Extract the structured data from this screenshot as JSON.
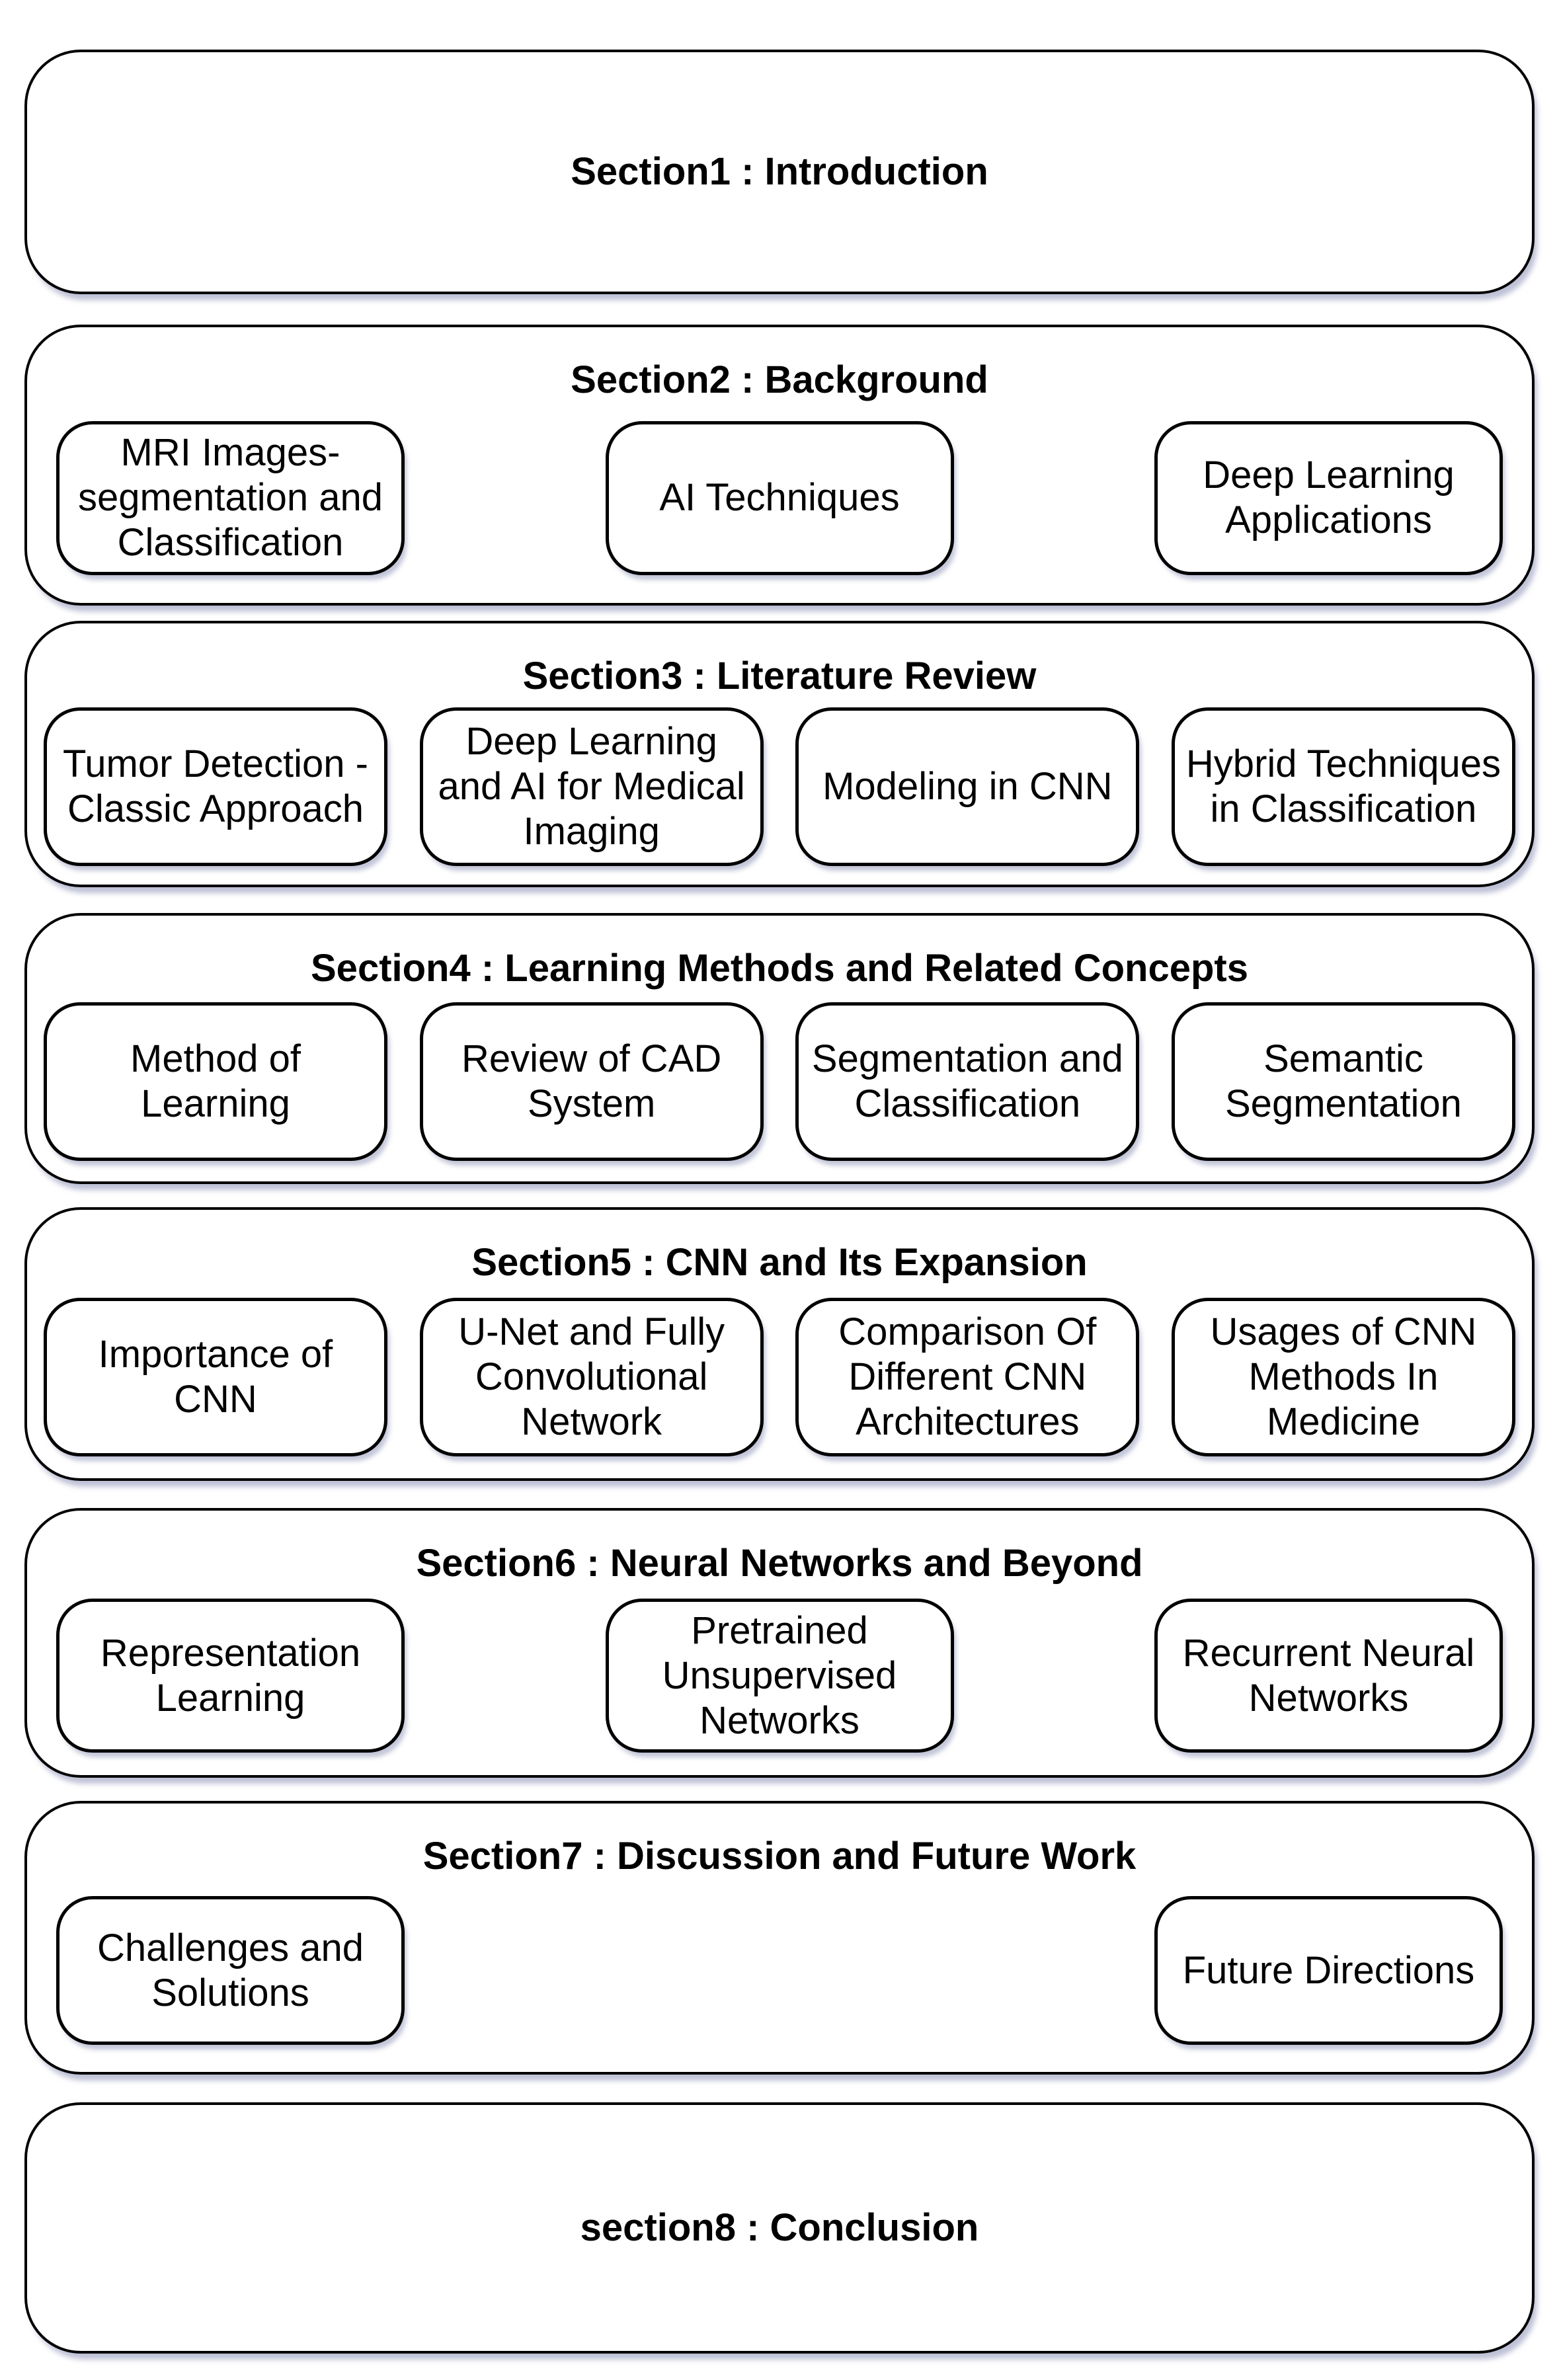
{
  "style": {
    "background": "#ffffff",
    "border_color": "#000000",
    "shadow_color": "#8a90b4",
    "text_color": "#000000"
  },
  "sections": [
    {
      "title": "Section1 : Introduction",
      "boxes": []
    },
    {
      "title": "Section2 : Background",
      "boxes": [
        "MRI Images-segmentation and Classification",
        "AI Techniques",
        "Deep Learning Applications"
      ]
    },
    {
      "title": "Section3 : Literature Review",
      "boxes": [
        "Tumor Detection - Classic Approach",
        "Deep Learning and AI for Medical Imaging",
        "Modeling in CNN",
        "Hybrid Techniques in Classification"
      ]
    },
    {
      "title": "Section4 : Learning Methods and Related Concepts",
      "boxes": [
        "Method of Learning",
        "Review of CAD System",
        "Segmentation and Classification",
        "Semantic Segmentation"
      ]
    },
    {
      "title": "Section5 : CNN and Its Expansion",
      "boxes": [
        "Importance of CNN",
        "U-Net and Fully Convolutional Network",
        "Comparison Of Different CNN Architectures",
        "Usages of CNN Methods In Medicine"
      ]
    },
    {
      "title": "Section6 : Neural Networks and Beyond",
      "boxes": [
        "Representation Learning",
        "Pretrained Unsupervised Networks",
        "Recurrent Neural Networks"
      ]
    },
    {
      "title": "Section7 : Discussion and Future Work",
      "boxes": [
        "Challenges and Solutions",
        "Future Directions"
      ]
    },
    {
      "title": "section8 : Conclusion",
      "boxes": []
    }
  ]
}
